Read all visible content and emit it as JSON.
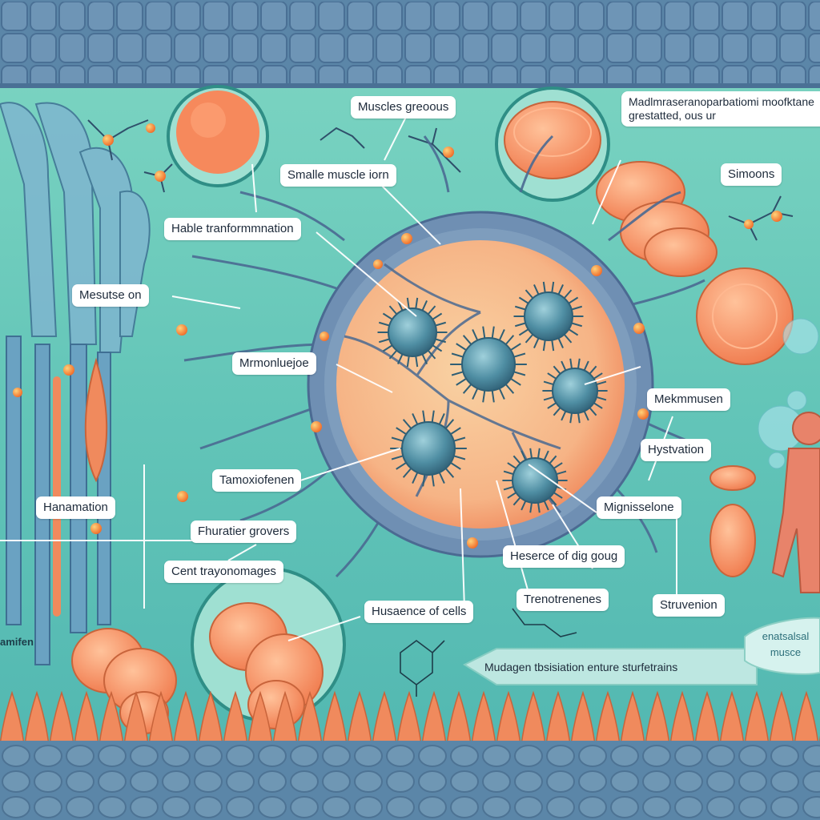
{
  "labels": {
    "muscle_grooves": "Muscles greoous",
    "small_muscle_ion": "Smalle muscle iorn",
    "mad_block": "Madlmraseranoparbatiomi moofktane grestatted, ous ur",
    "simoons": "Simoons",
    "hable_transformation": "Hable tranformmnation",
    "mesutse_on": "Mesutse on",
    "mrmonluejoe": "Mrmonluejoe",
    "mekmmusen": "Mekmmusen",
    "hystvation": "Hystvation",
    "tamoxiofenen": "Tamoxiofenen",
    "migniselone": "Mignisselone",
    "hanamation": "Hanamation",
    "fhurater_grovers": "Fhuratier grovers",
    "hesence_of_dig_goug": "Heserce of dig goug",
    "cent_trayonomages": "Cent trayonomages",
    "trenotrenenes": "Trenotrenenes",
    "husaence_of_cells": "Husaence of cells",
    "struvenion": "Struvenion",
    "muscle_callout": "enatsalsal musce",
    "amifen": "amifen",
    "arrow_text": "Mudagen tbsisiation enture sturfetrains"
  },
  "colors": {
    "background": "#5fc4b6",
    "muscle": "#f08a5d",
    "nucleus": "#3f7f93",
    "tissue": "#5b86a8"
  }
}
